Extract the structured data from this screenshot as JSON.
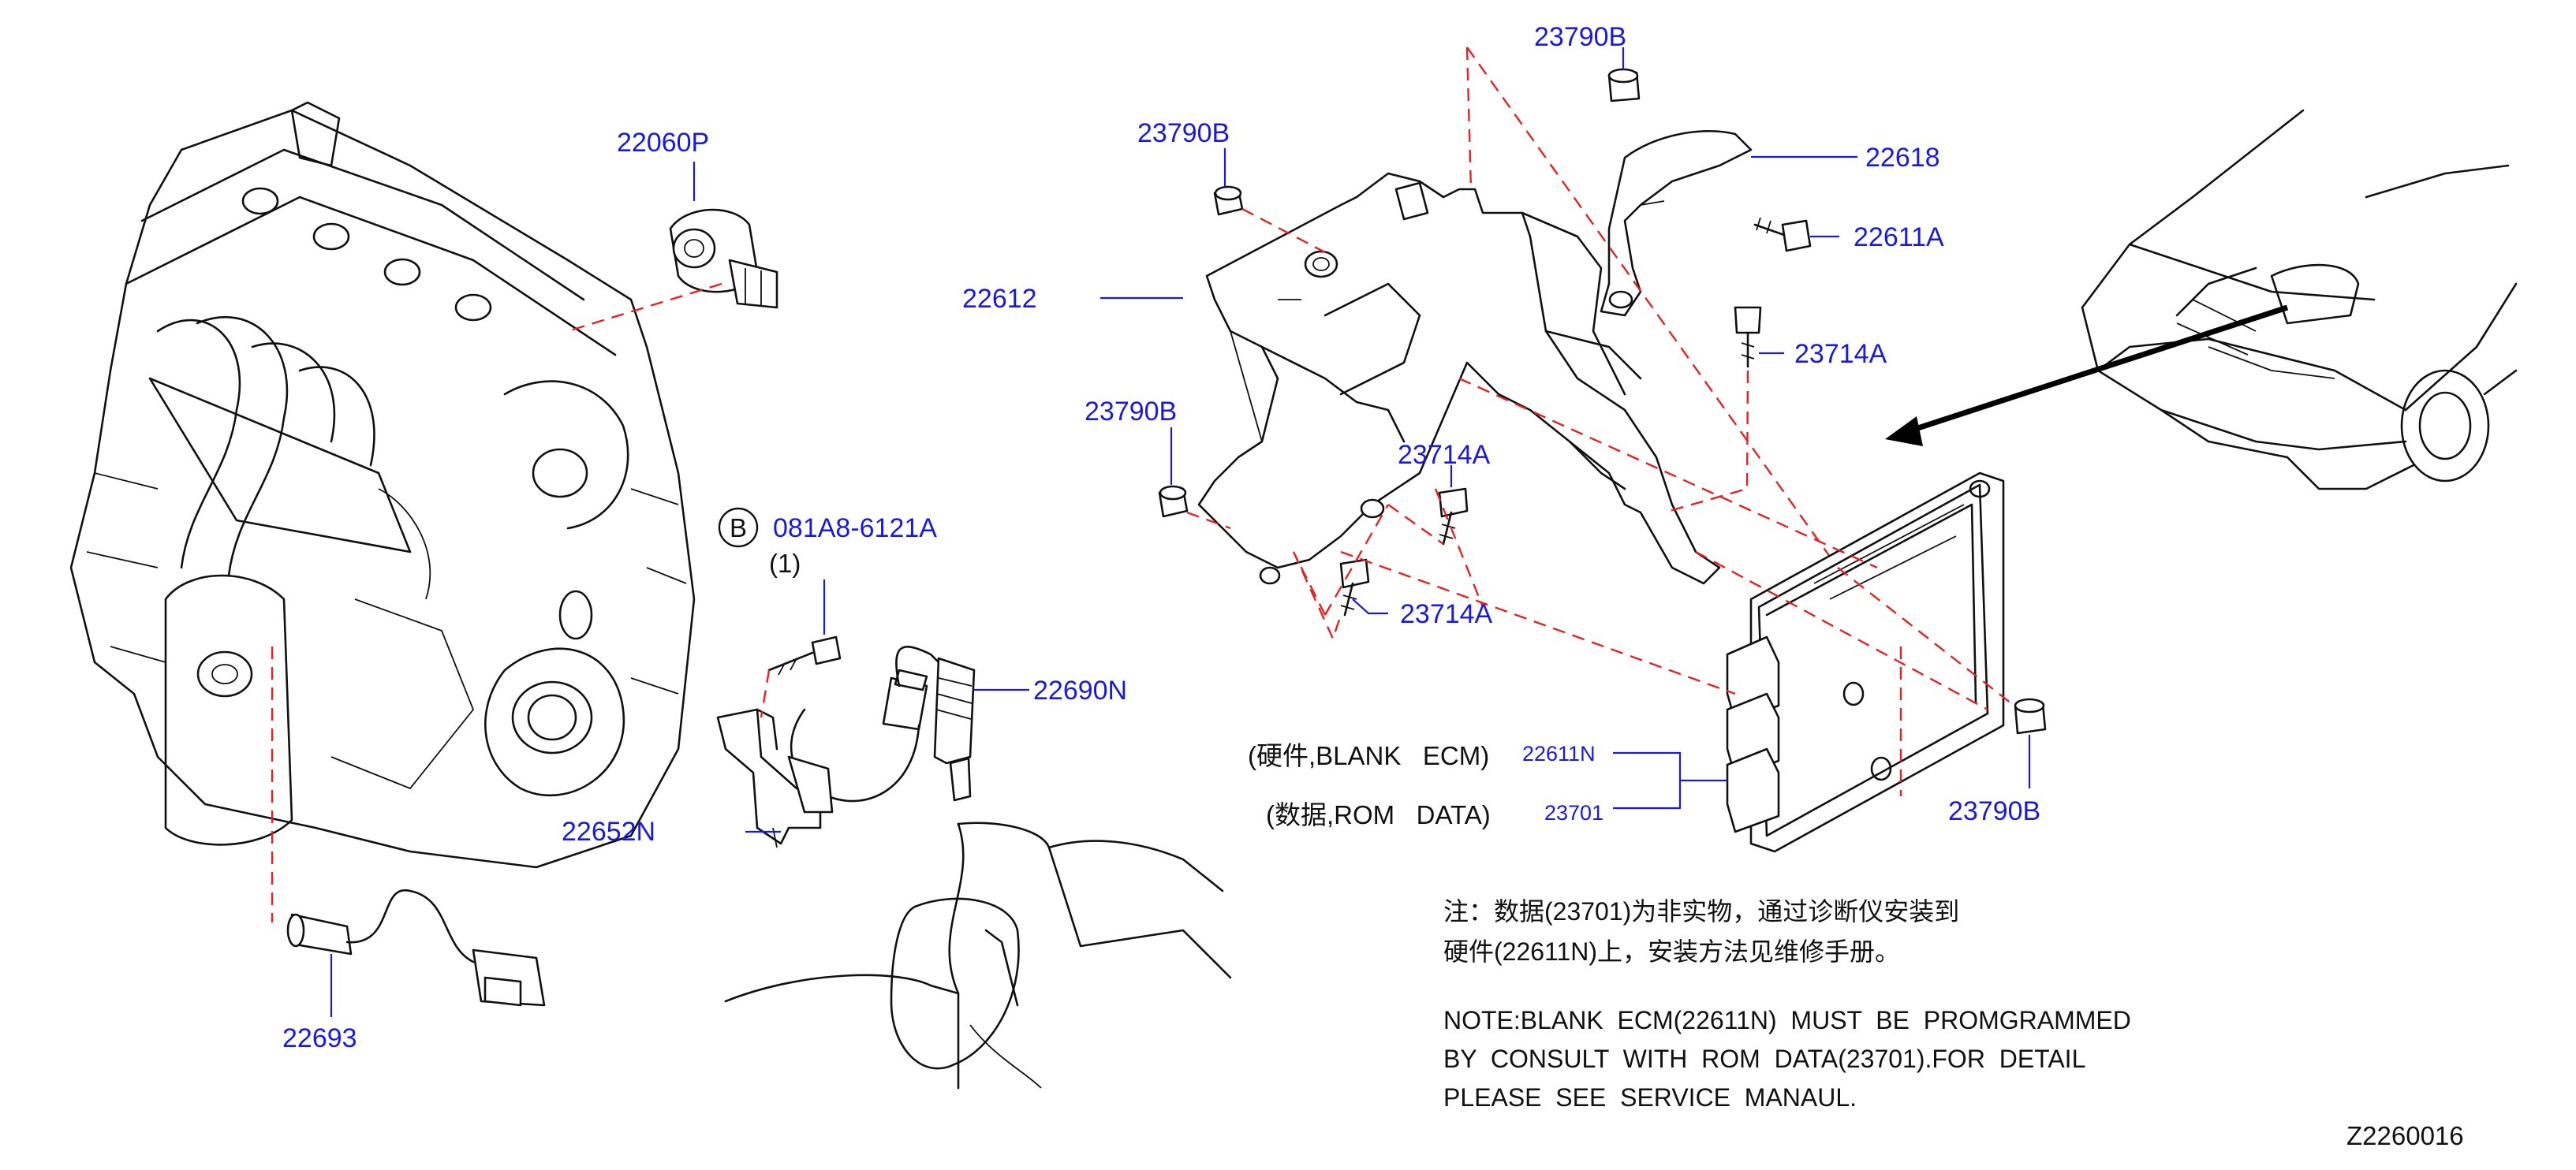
{
  "diagram": {
    "part_labels": {
      "p22060P": "22060P",
      "p22693": "22693",
      "p081A8": "081A8-6121A",
      "qty": "(1)",
      "circle_b": "B",
      "p22690N": "22690N",
      "p22652N": "22652N",
      "p22612": "22612",
      "p23790B_top": "23790B",
      "p23790B_left": "23790B",
      "p23790B_mid": "23790B",
      "p23790B_right": "23790B",
      "p22618": "22618",
      "p22611A": "22611A",
      "p23714A_right": "23714A",
      "p23714A_upper": "23714A",
      "p23714A_lower": "23714A",
      "p22611N": "22611N",
      "p23701": "23701"
    },
    "callouts": {
      "hardware_blank": "(硬件,BLANK   ECM)",
      "data_rom": "(数据,ROM   DATA)"
    },
    "notes": {
      "cn_line1": "注：数据(23701)为非实物，通过诊断仪安装到",
      "cn_line2": "硬件(22611N)上，安装方法见维修手册。",
      "en_line1": "NOTE:BLANK  ECM(22611N)  MUST  BE  PROMGRAMMED",
      "en_line2": "BY  CONSULT  WITH  ROM  DATA(23701).FOR  DETAIL",
      "en_line3": "PLEASE  SEE  SERVICE  MANAUL."
    },
    "figure_code": "Z2260016",
    "colors": {
      "part_number": "#1a1ad8",
      "phantom_line": "#e22323",
      "line_art": "#111111"
    }
  }
}
